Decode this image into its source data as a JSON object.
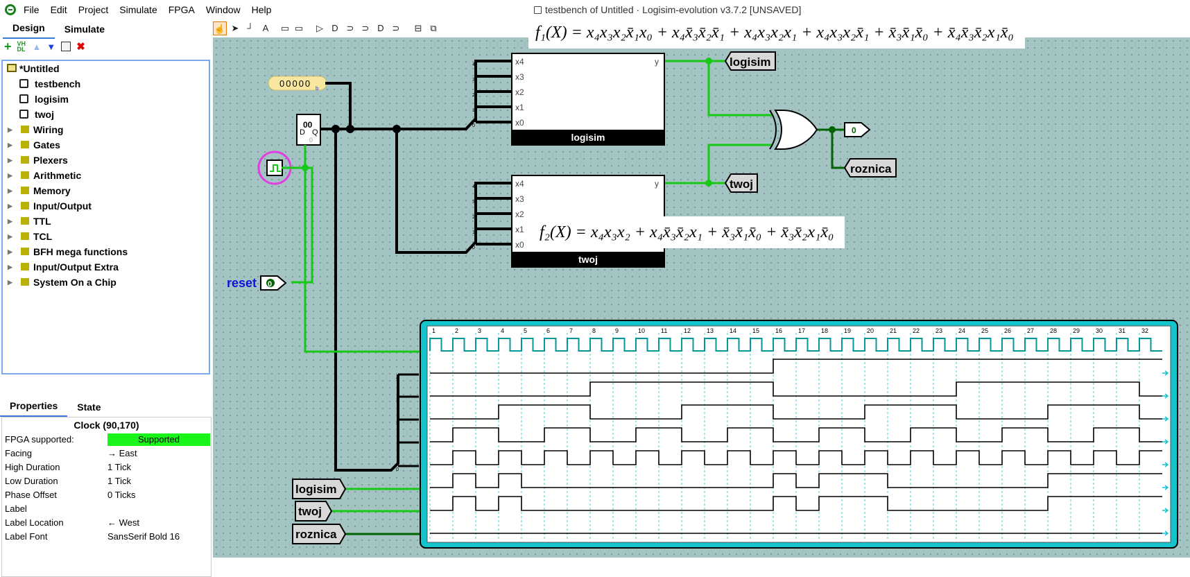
{
  "window": {
    "title": "testbench of Untitled · Logisim-evolution v3.7.2 [UNSAVED]"
  },
  "menu": [
    "File",
    "Edit",
    "Project",
    "Simulate",
    "FPGA",
    "Window",
    "Help"
  ],
  "left_tabs": {
    "design": "Design",
    "simulate": "Simulate"
  },
  "project_toolbar": {
    "vhdl": "VH DL"
  },
  "tree": {
    "root": "*Untitled",
    "circuits": [
      "testbench",
      "logisim",
      "twoj"
    ],
    "folders": [
      "Wiring",
      "Gates",
      "Plexers",
      "Arithmetic",
      "Memory",
      "Input/Output",
      "TTL",
      "TCL",
      "BFH mega functions",
      "Input/Output Extra",
      "System On a Chip"
    ]
  },
  "props_tabs": {
    "properties": "Properties",
    "state": "State"
  },
  "props": {
    "title": "Clock (90,170)",
    "rows": [
      {
        "name": "FPGA supported:",
        "value": "Supported"
      },
      {
        "name": "Facing",
        "value": "→ East"
      },
      {
        "name": "High Duration",
        "value": "1 Tick"
      },
      {
        "name": "Low Duration",
        "value": "1 Tick"
      },
      {
        "name": "Phase Offset",
        "value": "0 Ticks"
      },
      {
        "name": "Label",
        "value": ""
      },
      {
        "name": "Label Location",
        "value": "← West"
      },
      {
        "name": "Label Font",
        "value": "SansSerif Bold 16"
      }
    ]
  },
  "canvas": {
    "const_value": "00000",
    "const_suffix": "b",
    "register_value": "00",
    "register_pins": {
      "d": "D",
      "q": "Q",
      "zero": "0"
    },
    "reset_label": "reset",
    "reset_value": "0",
    "out_value": "0",
    "blocks": {
      "logisim": {
        "label": "logisim",
        "pins": [
          "x4",
          "x3",
          "x2",
          "x1",
          "x0"
        ],
        "out": "y"
      },
      "twoj": {
        "label": "twoj",
        "pins": [
          "x4",
          "x3",
          "x2",
          "x1",
          "x0"
        ],
        "out": "y"
      }
    },
    "tunnels": [
      "logisim",
      "twoj",
      "roznica"
    ],
    "bus_bits": [
      "4",
      "3",
      "2",
      "1",
      "0"
    ],
    "formula1": "f₁(X) = x₄x₃x₂x̄₁x₀ + x₄x̄₃x̄₂x̄₁ + x₄x₃x₂x₁ + x₄x₃x₂x̄₁ + x̄₃x̄₁x̄₀ + x̄₄x̄₃x̄₂x₁x̄₀",
    "formula2": "f₂(X) = x₄x₃x₂ + x₄x̄₃x̄₂x₁ + x̄₃x̄₁x̄₀ + x̄₃x̄₂x₁x̄₀"
  },
  "chrono": {
    "ticks": [
      "1",
      "2",
      "3",
      "4",
      "5",
      "6",
      "7",
      "8",
      "9",
      "10",
      "11",
      "12",
      "13",
      "14",
      "15",
      "16",
      "17",
      "18",
      "19",
      "20",
      "21",
      "22",
      "23",
      "24",
      "25",
      "26",
      "27",
      "28",
      "29",
      "30",
      "31",
      "32"
    ],
    "signals": {
      "b4": [
        0,
        0,
        0,
        0,
        0,
        0,
        0,
        0,
        0,
        0,
        0,
        0,
        0,
        0,
        0,
        1,
        1,
        1,
        1,
        1,
        1,
        1,
        1,
        1,
        1,
        1,
        1,
        1,
        1,
        1,
        1,
        1
      ],
      "b3": [
        0,
        0,
        0,
        0,
        0,
        0,
        0,
        1,
        1,
        1,
        1,
        1,
        1,
        1,
        1,
        0,
        0,
        0,
        0,
        0,
        0,
        0,
        0,
        1,
        1,
        1,
        1,
        1,
        1,
        1,
        1,
        0
      ],
      "b2": [
        0,
        0,
        0,
        1,
        1,
        1,
        1,
        0,
        0,
        0,
        0,
        1,
        1,
        1,
        1,
        0,
        0,
        0,
        0,
        1,
        1,
        1,
        1,
        0,
        0,
        0,
        0,
        1,
        1,
        1,
        1,
        0
      ],
      "b1": [
        0,
        1,
        1,
        0,
        0,
        1,
        1,
        0,
        0,
        1,
        1,
        0,
        0,
        1,
        1,
        0,
        0,
        1,
        1,
        0,
        0,
        1,
        1,
        0,
        0,
        1,
        1,
        0,
        0,
        1,
        1,
        0
      ],
      "b0": [
        0,
        1,
        0,
        1,
        0,
        1,
        0,
        1,
        0,
        1,
        0,
        1,
        0,
        1,
        0,
        1,
        0,
        1,
        0,
        1,
        0,
        1,
        0,
        1,
        0,
        1,
        0,
        1,
        0,
        1,
        0,
        1
      ],
      "logisim": [
        0,
        1,
        0,
        1,
        0,
        0,
        0,
        0,
        0,
        0,
        0,
        0,
        0,
        0,
        0,
        1,
        0,
        1,
        1,
        1,
        0,
        0,
        0,
        0,
        0,
        0,
        0,
        1,
        1,
        1,
        1,
        1
      ],
      "twoj": [
        0,
        1,
        0,
        1,
        0,
        0,
        0,
        0,
        0,
        0,
        0,
        0,
        0,
        0,
        0,
        1,
        0,
        1,
        1,
        1,
        0,
        0,
        0,
        0,
        0,
        0,
        0,
        1,
        1,
        1,
        1,
        1
      ],
      "roznica": [
        0,
        0,
        0,
        0,
        0,
        0,
        0,
        0,
        0,
        0,
        0,
        0,
        0,
        0,
        0,
        0,
        0,
        0,
        0,
        0,
        0,
        0,
        0,
        0,
        0,
        0,
        0,
        0,
        0,
        0,
        0,
        0
      ]
    }
  },
  "colors": {
    "canvas": "#a3c4c2",
    "wire_on": "#17c917",
    "wire_off": "#006400",
    "bus": "#000000",
    "chrono_frame": "#14c4cc",
    "clock_wave": "#009898"
  }
}
